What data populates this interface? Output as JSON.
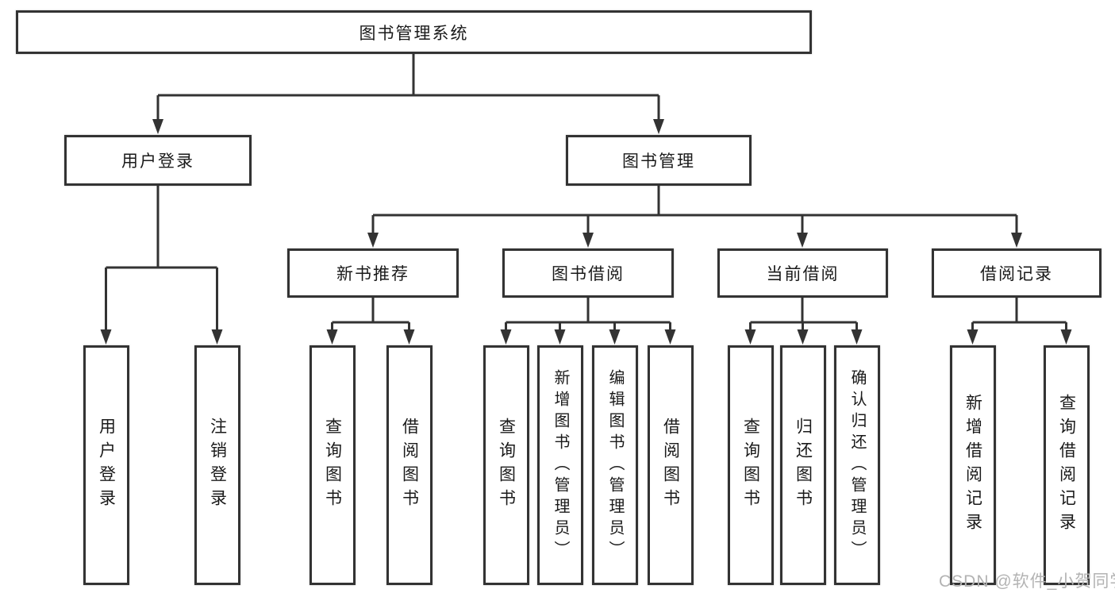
{
  "colors": {
    "background": "#ffffff",
    "line": "#333333",
    "text": "#1a1a1a",
    "watermark": "#b3b3b3"
  },
  "diagram": {
    "title": "图书管理系统",
    "branches": [
      {
        "label": "用户登录",
        "children": [
          {
            "label": "用户登录"
          },
          {
            "label": "注销登录"
          }
        ]
      },
      {
        "label": "图书管理",
        "children": [
          {
            "label": "新书推荐",
            "children": [
              {
                "label": "查询图书"
              },
              {
                "label": "借阅图书"
              }
            ]
          },
          {
            "label": "图书借阅",
            "children": [
              {
                "label": "查询图书"
              },
              {
                "label": "新增图书（管理员）"
              },
              {
                "label": "编辑图书（管理员）"
              },
              {
                "label": "借阅图书"
              }
            ]
          },
          {
            "label": "当前借阅",
            "children": [
              {
                "label": "查询图书"
              },
              {
                "label": "归还图书"
              },
              {
                "label": "确认归还（管理员）"
              }
            ]
          },
          {
            "label": "借阅记录",
            "children": [
              {
                "label": "新增借阅记录"
              },
              {
                "label": "查询借阅记录"
              }
            ]
          }
        ]
      }
    ]
  },
  "watermark": {
    "text": "CSDN @软件_小贺同学"
  }
}
